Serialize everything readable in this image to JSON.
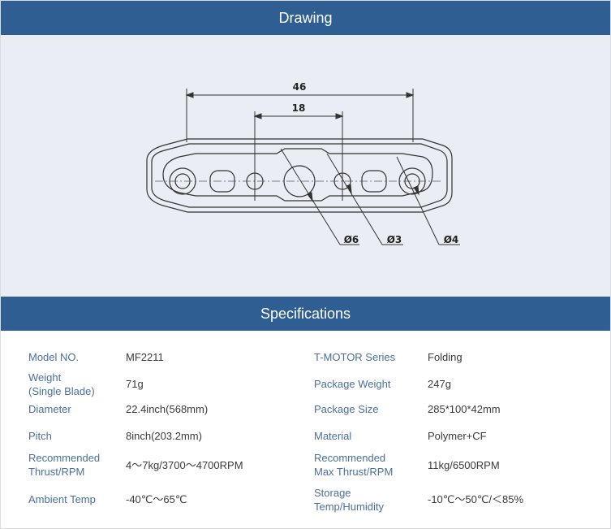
{
  "drawing": {
    "title": "Drawing",
    "dimensions": {
      "overall_length": "46",
      "inner_spacing": "18",
      "hole_center": "Ø6",
      "hole_small": "Ø3",
      "hole_end": "Ø4"
    }
  },
  "specifications": {
    "title": "Specifications",
    "rows": [
      {
        "left_label": "Model NO.",
        "left_value": "MF2211",
        "right_label": "T-MOTOR Series",
        "right_value": "Folding"
      },
      {
        "left_label": "Weight\n(Single Blade)",
        "left_value": "71g",
        "right_label": "Package Weight",
        "right_value": "247g"
      },
      {
        "left_label": "Diameter",
        "left_value": "22.4inch(568mm)",
        "right_label": "Package Size",
        "right_value": "285*100*42mm"
      },
      {
        "left_label": "Pitch",
        "left_value": "8inch(203.2mm)",
        "right_label": "Material",
        "right_value": "Polymer+CF"
      },
      {
        "left_label": "Recommended\nThrust/RPM",
        "left_value": "4～7kg/3700～4700RPM",
        "right_label": "Recommended\nMax Thrust/RPM",
        "right_value": "11kg/6500RPM"
      },
      {
        "left_label": "Ambient Temp",
        "left_value": "-40℃～65℃",
        "right_label": "Storage\nTemp/Humidity",
        "right_value": "-10℃～50℃/＜85%"
      }
    ]
  },
  "colors": {
    "header_bar": "#2f5e92",
    "drawing_background": "#eaedf3",
    "label_text": "#4a6f9c"
  }
}
